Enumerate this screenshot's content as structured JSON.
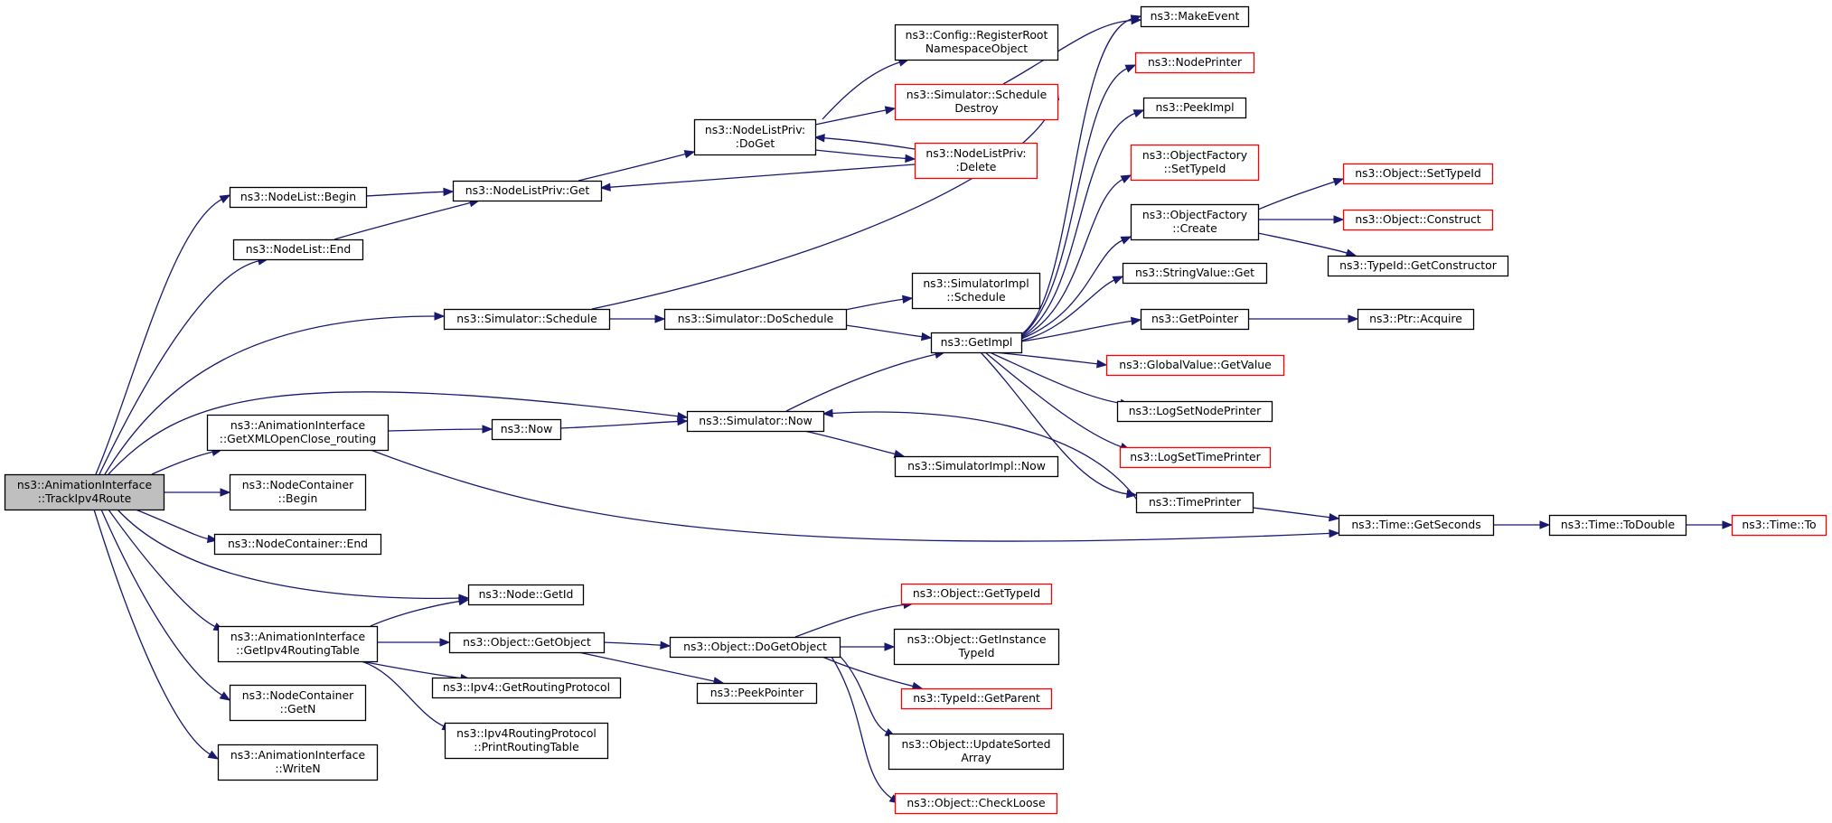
{
  "colors": {
    "edge": "#191970",
    "node_border": "#000000",
    "node_border_truncated": "#ff0000",
    "root_fill": "#bfbfbf",
    "node_fill": "#ffffff"
  },
  "nodes": [
    {
      "id": "root",
      "lines": [
        "ns3::AnimationInterface",
        "::TrackIpv4Route"
      ],
      "style": "root"
    },
    {
      "id": "nodelist_begin",
      "lines": [
        "ns3::NodeList::Begin"
      ],
      "style": "normal"
    },
    {
      "id": "nodelist_end",
      "lines": [
        "ns3::NodeList::End"
      ],
      "style": "normal"
    },
    {
      "id": "nodelistpriv_get",
      "lines": [
        "ns3::NodeListPriv::Get"
      ],
      "style": "normal"
    },
    {
      "id": "nodelistpriv_doget",
      "lines": [
        "ns3::NodeListPriv:",
        ":DoGet"
      ],
      "style": "normal"
    },
    {
      "id": "config_register",
      "lines": [
        "ns3::Config::RegisterRoot",
        "NamespaceObject"
      ],
      "style": "normal"
    },
    {
      "id": "sim_schedule_destroy",
      "lines": [
        "ns3::Simulator::Schedule",
        "Destroy"
      ],
      "style": "truncated"
    },
    {
      "id": "nodelistpriv_delete",
      "lines": [
        "ns3::NodeListPriv:",
        ":Delete"
      ],
      "style": "truncated"
    },
    {
      "id": "make_event",
      "lines": [
        "ns3::MakeEvent"
      ],
      "style": "normal"
    },
    {
      "id": "node_printer",
      "lines": [
        "ns3::NodePrinter"
      ],
      "style": "truncated"
    },
    {
      "id": "peek_impl",
      "lines": [
        "ns3::PeekImpl"
      ],
      "style": "normal"
    },
    {
      "id": "objfactory_settypeid",
      "lines": [
        "ns3::ObjectFactory",
        "::SetTypeId"
      ],
      "style": "truncated"
    },
    {
      "id": "objfactory_create",
      "lines": [
        "ns3::ObjectFactory",
        "::Create"
      ],
      "style": "normal"
    },
    {
      "id": "object_settypeid",
      "lines": [
        "ns3::Object::SetTypeId"
      ],
      "style": "truncated"
    },
    {
      "id": "object_construct",
      "lines": [
        "ns3::Object::Construct"
      ],
      "style": "truncated"
    },
    {
      "id": "typeid_getconstructor",
      "lines": [
        "ns3::TypeId::GetConstructor"
      ],
      "style": "normal"
    },
    {
      "id": "stringvalue_get",
      "lines": [
        "ns3::StringValue::Get"
      ],
      "style": "normal"
    },
    {
      "id": "get_pointer",
      "lines": [
        "ns3::GetPointer"
      ],
      "style": "normal"
    },
    {
      "id": "ptr_acquire",
      "lines": [
        "ns3::Ptr::Acquire"
      ],
      "style": "normal"
    },
    {
      "id": "sim_schedule",
      "lines": [
        "ns3::Simulator::Schedule"
      ],
      "style": "normal"
    },
    {
      "id": "sim_doschedule",
      "lines": [
        "ns3::Simulator::DoSchedule"
      ],
      "style": "normal"
    },
    {
      "id": "simimpl_schedule",
      "lines": [
        "ns3::SimulatorImpl",
        "::Schedule"
      ],
      "style": "normal"
    },
    {
      "id": "get_impl",
      "lines": [
        "ns3::GetImpl"
      ],
      "style": "normal"
    },
    {
      "id": "globalvalue_getvalue",
      "lines": [
        "ns3::GlobalValue::GetValue"
      ],
      "style": "truncated"
    },
    {
      "id": "log_set_node_printer",
      "lines": [
        "ns3::LogSetNodePrinter"
      ],
      "style": "normal"
    },
    {
      "id": "log_set_time_printer",
      "lines": [
        "ns3::LogSetTimePrinter"
      ],
      "style": "truncated"
    },
    {
      "id": "time_printer",
      "lines": [
        "ns3::TimePrinter"
      ],
      "style": "normal"
    },
    {
      "id": "anim_getxml",
      "lines": [
        "ns3::AnimationInterface",
        "::GetXMLOpenClose_routing"
      ],
      "style": "normal"
    },
    {
      "id": "now",
      "lines": [
        "ns3::Now"
      ],
      "style": "normal"
    },
    {
      "id": "sim_now",
      "lines": [
        "ns3::Simulator::Now"
      ],
      "style": "normal"
    },
    {
      "id": "simimpl_now",
      "lines": [
        "ns3::SimulatorImpl::Now"
      ],
      "style": "normal"
    },
    {
      "id": "time_getseconds",
      "lines": [
        "ns3::Time::GetSeconds"
      ],
      "style": "normal"
    },
    {
      "id": "time_todouble",
      "lines": [
        "ns3::Time::ToDouble"
      ],
      "style": "normal"
    },
    {
      "id": "time_to",
      "lines": [
        "ns3::Time::To"
      ],
      "style": "truncated"
    },
    {
      "id": "nodecontainer_begin",
      "lines": [
        "ns3::NodeContainer",
        "::Begin"
      ],
      "style": "normal"
    },
    {
      "id": "nodecontainer_end",
      "lines": [
        "ns3::NodeContainer::End"
      ],
      "style": "normal"
    },
    {
      "id": "node_getid",
      "lines": [
        "ns3::Node::GetId"
      ],
      "style": "normal"
    },
    {
      "id": "anim_getipv4rt",
      "lines": [
        "ns3::AnimationInterface",
        "::GetIpv4RoutingTable"
      ],
      "style": "normal"
    },
    {
      "id": "object_getobject",
      "lines": [
        "ns3::Object::GetObject"
      ],
      "style": "normal"
    },
    {
      "id": "object_dogetobject",
      "lines": [
        "ns3::Object::DoGetObject"
      ],
      "style": "normal"
    },
    {
      "id": "object_gettypeid",
      "lines": [
        "ns3::Object::GetTypeId"
      ],
      "style": "truncated"
    },
    {
      "id": "object_getinstancetypeid",
      "lines": [
        "ns3::Object::GetInstance",
        "TypeId"
      ],
      "style": "normal"
    },
    {
      "id": "typeid_getparent",
      "lines": [
        "ns3::TypeId::GetParent"
      ],
      "style": "truncated"
    },
    {
      "id": "object_updatesorted",
      "lines": [
        "ns3::Object::UpdateSorted",
        "Array"
      ],
      "style": "normal"
    },
    {
      "id": "object_checkloose",
      "lines": [
        "ns3::Object::CheckLoose"
      ],
      "style": "truncated"
    },
    {
      "id": "ipv4_getroutingprotocol",
      "lines": [
        "ns3::Ipv4::GetRoutingProtocol"
      ],
      "style": "normal"
    },
    {
      "id": "peek_pointer",
      "lines": [
        "ns3::PeekPointer"
      ],
      "style": "normal"
    },
    {
      "id": "ipv4rp_printroutingtable",
      "lines": [
        "ns3::Ipv4RoutingProtocol",
        "::PrintRoutingTable"
      ],
      "style": "normal"
    },
    {
      "id": "nodecontainer_getn",
      "lines": [
        "ns3::NodeContainer",
        "::GetN"
      ],
      "style": "normal"
    },
    {
      "id": "anim_writen",
      "lines": [
        "ns3::AnimationInterface",
        "::WriteN"
      ],
      "style": "normal"
    }
  ],
  "edges": [
    [
      "root",
      "nodelist_begin"
    ],
    [
      "root",
      "nodelist_end"
    ],
    [
      "root",
      "sim_schedule"
    ],
    [
      "root",
      "sim_now"
    ],
    [
      "root",
      "anim_getxml"
    ],
    [
      "root",
      "nodecontainer_begin"
    ],
    [
      "root",
      "nodecontainer_end"
    ],
    [
      "root",
      "node_getid"
    ],
    [
      "root",
      "anim_getipv4rt"
    ],
    [
      "root",
      "nodecontainer_getn"
    ],
    [
      "root",
      "anim_writen"
    ],
    [
      "nodelist_begin",
      "nodelistpriv_get"
    ],
    [
      "nodelist_end",
      "nodelistpriv_get"
    ],
    [
      "nodelistpriv_get",
      "nodelistpriv_doget"
    ],
    [
      "nodelistpriv_doget",
      "config_register"
    ],
    [
      "nodelistpriv_doget",
      "sim_schedule_destroy"
    ],
    [
      "nodelistpriv_doget",
      "nodelistpriv_delete"
    ],
    [
      "nodelistpriv_delete",
      "nodelistpriv_doget"
    ],
    [
      "nodelistpriv_delete",
      "nodelistpriv_get"
    ],
    [
      "sim_schedule_destroy",
      "make_event"
    ],
    [
      "sim_schedule",
      "make_event"
    ],
    [
      "sim_schedule",
      "sim_doschedule"
    ],
    [
      "sim_doschedule",
      "simimpl_schedule"
    ],
    [
      "sim_doschedule",
      "get_impl"
    ],
    [
      "get_impl",
      "make_event"
    ],
    [
      "get_impl",
      "node_printer"
    ],
    [
      "get_impl",
      "peek_impl"
    ],
    [
      "get_impl",
      "objfactory_settypeid"
    ],
    [
      "get_impl",
      "objfactory_create"
    ],
    [
      "get_impl",
      "stringvalue_get"
    ],
    [
      "get_impl",
      "get_pointer"
    ],
    [
      "get_impl",
      "globalvalue_getvalue"
    ],
    [
      "get_impl",
      "log_set_node_printer"
    ],
    [
      "get_impl",
      "log_set_time_printer"
    ],
    [
      "get_impl",
      "time_printer"
    ],
    [
      "objfactory_create",
      "object_settypeid"
    ],
    [
      "objfactory_create",
      "object_construct"
    ],
    [
      "objfactory_create",
      "typeid_getconstructor"
    ],
    [
      "get_pointer",
      "ptr_acquire"
    ],
    [
      "anim_getxml",
      "now"
    ],
    [
      "anim_getxml",
      "time_getseconds"
    ],
    [
      "now",
      "sim_now"
    ],
    [
      "sim_now",
      "get_impl"
    ],
    [
      "sim_now",
      "simimpl_now"
    ],
    [
      "time_printer",
      "sim_now"
    ],
    [
      "time_printer",
      "time_getseconds"
    ],
    [
      "time_getseconds",
      "time_todouble"
    ],
    [
      "time_todouble",
      "time_to"
    ],
    [
      "anim_getipv4rt",
      "node_getid"
    ],
    [
      "anim_getipv4rt",
      "object_getobject"
    ],
    [
      "anim_getipv4rt",
      "ipv4_getroutingprotocol"
    ],
    [
      "anim_getipv4rt",
      "ipv4rp_printroutingtable"
    ],
    [
      "object_getobject",
      "object_dogetobject"
    ],
    [
      "object_getobject",
      "peek_pointer"
    ],
    [
      "object_dogetobject",
      "object_gettypeid"
    ],
    [
      "object_dogetobject",
      "object_getinstancetypeid"
    ],
    [
      "object_dogetobject",
      "typeid_getparent"
    ],
    [
      "object_dogetobject",
      "object_updatesorted"
    ],
    [
      "object_dogetobject",
      "object_checkloose"
    ]
  ]
}
